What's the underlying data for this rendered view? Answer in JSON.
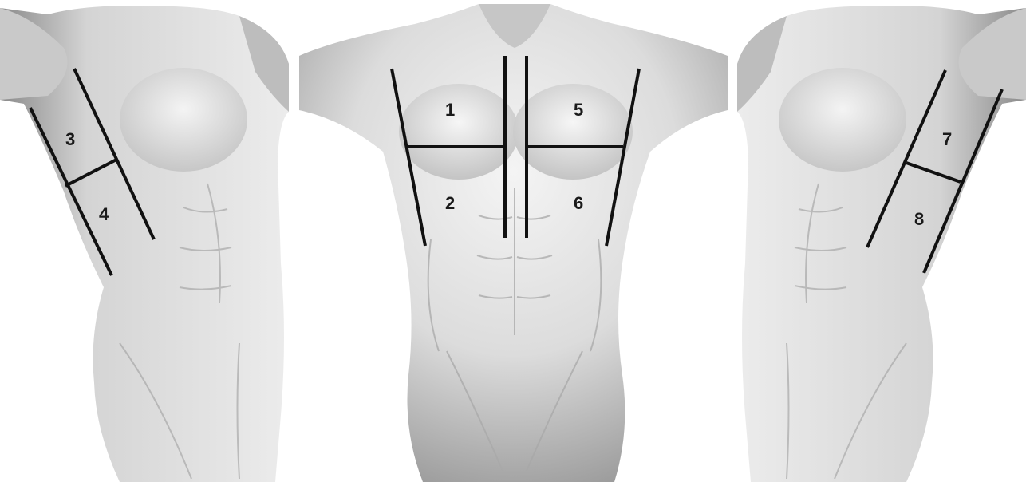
{
  "figure": {
    "type": "anatomical-zone-diagram",
    "views": [
      "right-oblique",
      "anterior",
      "left-oblique"
    ]
  },
  "zones": [
    {
      "id": "1",
      "label": "1",
      "view": "anterior",
      "region": "upper-right-chest"
    },
    {
      "id": "2",
      "label": "2",
      "view": "anterior",
      "region": "lower-right-chest"
    },
    {
      "id": "3",
      "label": "3",
      "view": "right-oblique",
      "region": "upper-right-lateral"
    },
    {
      "id": "4",
      "label": "4",
      "view": "right-oblique",
      "region": "lower-right-lateral"
    },
    {
      "id": "5",
      "label": "5",
      "view": "anterior",
      "region": "upper-left-chest"
    },
    {
      "id": "6",
      "label": "6",
      "view": "anterior",
      "region": "lower-left-chest"
    },
    {
      "id": "7",
      "label": "7",
      "view": "left-oblique",
      "region": "upper-left-lateral"
    },
    {
      "id": "8",
      "label": "8",
      "view": "left-oblique",
      "region": "lower-left-lateral"
    }
  ],
  "colors": {
    "background": "#ffffff",
    "skin_light": "#efefef",
    "skin_mid": "#cfcfcf",
    "skin_dark": "#8f8f8f",
    "line": "#111111",
    "label": "#1a1a1a"
  }
}
